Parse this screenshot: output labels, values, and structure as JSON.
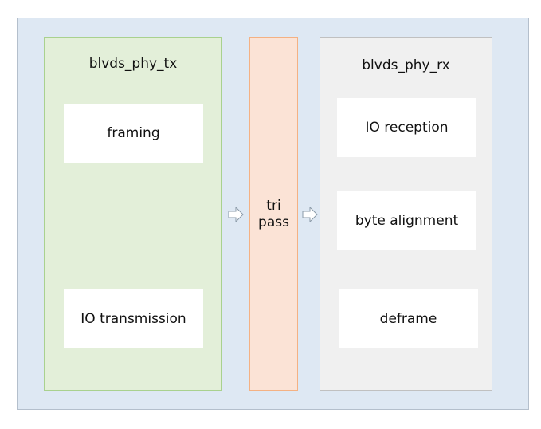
{
  "tx": {
    "title": "blvds_phy_tx",
    "blocks": [
      "framing",
      "IO transmission"
    ]
  },
  "tri": {
    "line1": "tri",
    "line2": "pass"
  },
  "rx": {
    "title": "blvds_phy_rx",
    "blocks": [
      "IO reception",
      "byte alignment",
      "deframe"
    ]
  },
  "colors": {
    "background": "#dee8f3",
    "tx": "#e3efd9",
    "tri": "#fbe3d6",
    "rx": "#f0f0f0"
  }
}
